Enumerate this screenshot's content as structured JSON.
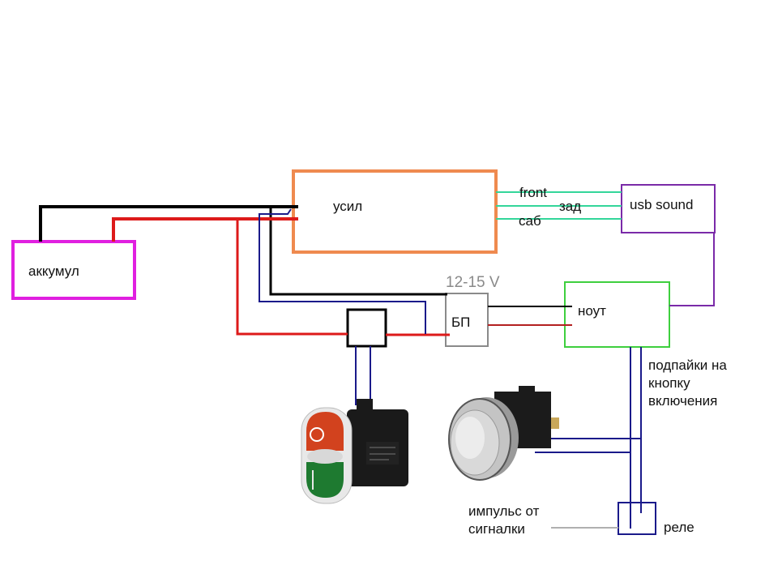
{
  "diagram": {
    "title": "",
    "nodes": {
      "battery": {
        "label": "аккумул",
        "border_color": "#e020e0"
      },
      "amplifier": {
        "label": "усил",
        "border_color": "#ef8a4f"
      },
      "usb_sound": {
        "label": "usb sound",
        "border_color": "#7a2aa8"
      },
      "laptop": {
        "label": "ноут",
        "border_color": "#3ecf3e"
      },
      "power_supply": {
        "label": "БП",
        "voltage_label": "12-15 V",
        "border_color": "#8a8a8a"
      },
      "switch_box": {
        "label": "",
        "border_color": "#000000"
      },
      "relay": {
        "label": "реле",
        "border_color": "#1a1a8a"
      }
    },
    "edge_labels": {
      "front": "front",
      "rear": "зад",
      "sub": "саб"
    },
    "annotations": {
      "power_button_solder": "подпайки на\nкнопку\nвключения",
      "alarm_impulse": "импульс от\nсигналки"
    },
    "images": {
      "double_pushbutton": "red-green-double-pushbutton",
      "metal_pushbutton": "stainless-steel-pushbutton"
    },
    "colors": {
      "positive_wire": "#dd1a1a",
      "negative_wire": "#000000",
      "signal_wire": "#1a1a8a",
      "audio_wire": "#33d69a",
      "usb_wire": "#7a2aa8",
      "alarm_wire": "#b0b0b0"
    }
  }
}
